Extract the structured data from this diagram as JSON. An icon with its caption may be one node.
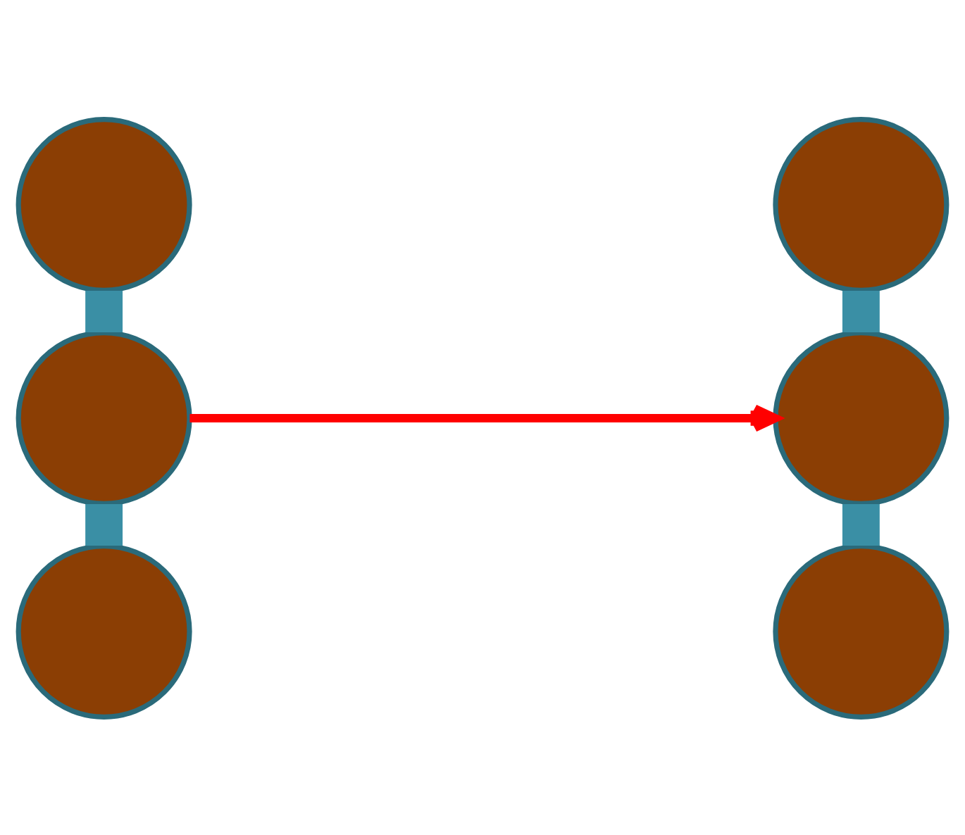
{
  "diagram": {
    "nodes": [
      {
        "text": [],
        "shape": "circle"
      },
      {
        "text": [],
        "shape": "circle"
      },
      {
        "text": [],
        "shape": "circle"
      },
      {
        "text": [],
        "shape": "circle"
      },
      {
        "text": [],
        "shape": "circle"
      },
      {
        "text": [],
        "shape": "circle"
      }
    ],
    "edges": [
      {
        "from": 0,
        "to": 1,
        "arrow": "none"
      },
      {
        "from": 1,
        "to": 2,
        "arrow": "none"
      },
      {
        "from": 3,
        "to": 4,
        "arrow": "none"
      },
      {
        "from": 4,
        "to": 5,
        "arrow": "none"
      },
      {
        "from": 1,
        "to": 4,
        "arrow": "to",
        "color": "#ff0000"
      }
    ]
  }
}
